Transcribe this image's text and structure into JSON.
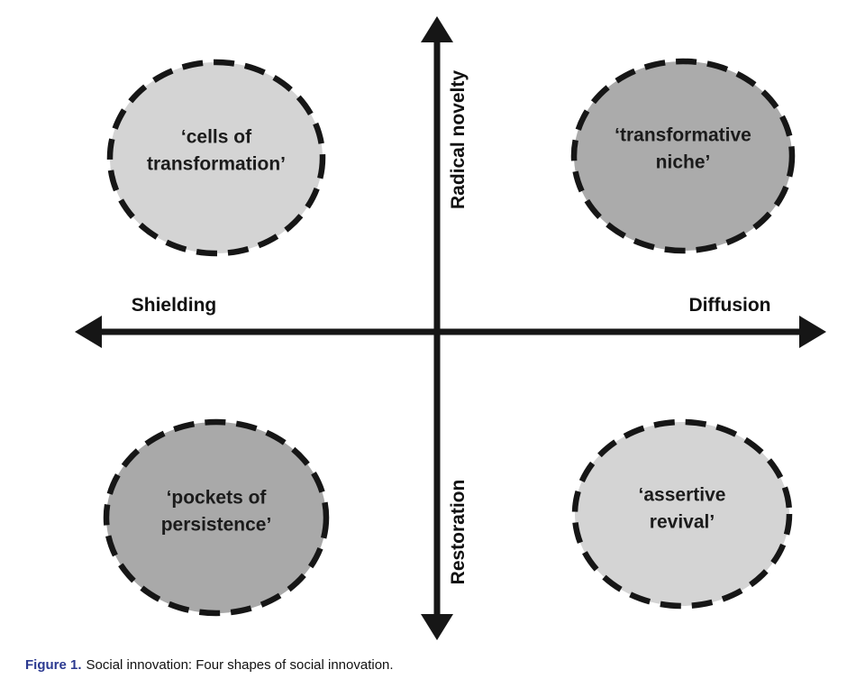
{
  "figure": {
    "axes": {
      "vertical_top_label": "Radical novelty",
      "vertical_bottom_label": "Restoration",
      "horizontal_left_label": "Shielding",
      "horizontal_right_label": "Diffusion"
    },
    "quadrants": {
      "top_left": {
        "lines": [
          "‘cells of",
          "transformation’"
        ],
        "fill": "#d4d4d4"
      },
      "top_right": {
        "lines": [
          "‘transformative",
          "niche’"
        ],
        "fill": "#ababab"
      },
      "bottom_left": {
        "lines": [
          "‘pockets of",
          "persistence’"
        ],
        "fill": "#a9a9a9"
      },
      "bottom_right": {
        "lines": [
          "‘assertive",
          "revival’"
        ],
        "fill": "#d4d4d4"
      }
    },
    "stroke_color": "#161616"
  },
  "caption": {
    "label": "Figure 1.",
    "text": "Social innovation: Four shapes of social innovation.",
    "label_color": "#2b3990"
  }
}
